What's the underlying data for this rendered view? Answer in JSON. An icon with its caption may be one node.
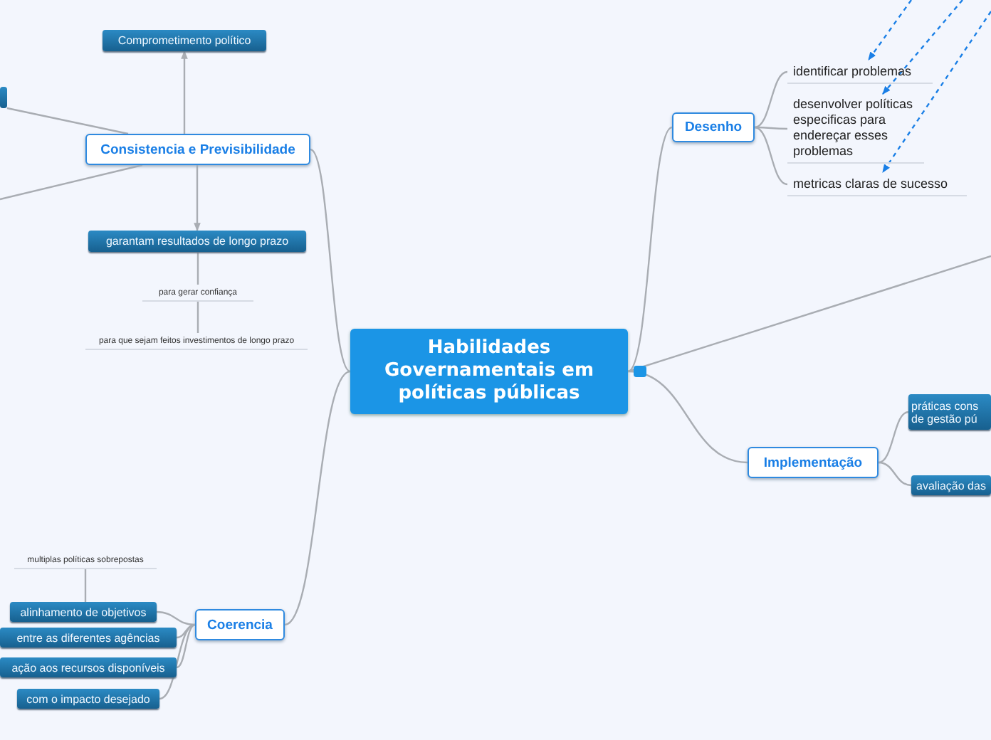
{
  "diagram": {
    "nodes": [
      {
        "text": [
          "Habilidades Governamentais em políticas públicas"
        ]
      },
      {
        "text": [
          "Consistencia e Previsibilidade"
        ]
      },
      {
        "text": [
          "Comprometimento político"
        ]
      },
      {
        "text": [],
        "shape": "box"
      },
      {
        "text": [
          "garantam resultados de longo prazo"
        ]
      },
      {
        "text": [
          "para gerar confiança"
        ]
      },
      {
        "text": [
          "para que sejam feitos investimentos de longo prazo"
        ]
      },
      {
        "text": [
          "Desenho"
        ]
      },
      {
        "text": [
          "identificar problemas"
        ]
      },
      {
        "text": [
          "desenvolver políticas especificas para endereçar esses problemas"
        ]
      },
      {
        "text": [
          "metricas claras de sucesso"
        ]
      },
      {
        "text": [
          "Implementação"
        ]
      },
      {
        "text": [
          "práticas cons de gestão pú"
        ]
      },
      {
        "text": [
          "avaliação das"
        ]
      },
      {
        "text": [
          "Coerencia"
        ]
      },
      {
        "text": [
          "multiplas políticas sobrepostas"
        ]
      },
      {
        "text": [
          "alinhamento de objetivos"
        ]
      },
      {
        "text": [
          "entre as diferentes agências"
        ]
      },
      {
        "text": [
          "ação aos recursos disponíveis"
        ]
      },
      {
        "text": [
          "com o impacto desejado"
        ]
      }
    ],
    "edges": [
      {
        "from": 0,
        "to": 1,
        "arrow": "none"
      },
      {
        "from": 0,
        "to": 7,
        "arrow": "none"
      },
      {
        "from": 0,
        "to": 11,
        "arrow": "none"
      },
      {
        "from": 0,
        "to": 14,
        "arrow": "none"
      },
      {
        "from": 0,
        "to": null,
        "arrow": "none"
      },
      {
        "from": 1,
        "to": 2,
        "arrow": "to"
      },
      {
        "from": 1,
        "to": 3,
        "arrow": "none"
      },
      {
        "from": 1,
        "to": null,
        "arrow": "none"
      },
      {
        "from": 1,
        "to": 4,
        "arrow": "to"
      },
      {
        "from": 4,
        "to": 5,
        "arrow": "none"
      },
      {
        "from": 5,
        "to": 6,
        "arrow": "none"
      },
      {
        "from": 7,
        "to": 8,
        "arrow": "none"
      },
      {
        "from": 7,
        "to": 9,
        "arrow": "none"
      },
      {
        "from": 7,
        "to": 10,
        "arrow": "none"
      },
      {
        "from": null,
        "to": 8,
        "arrow": "to",
        "style": "dashed",
        "color": "#1a7fe6"
      },
      {
        "from": null,
        "to": 9,
        "arrow": "to",
        "style": "dashed",
        "color": "#1a7fe6"
      },
      {
        "from": null,
        "to": 10,
        "arrow": "to",
        "style": "dashed",
        "color": "#1a7fe6"
      },
      {
        "from": 11,
        "to": 12,
        "arrow": "none"
      },
      {
        "from": 11,
        "to": 13,
        "arrow": "none"
      },
      {
        "from": 15,
        "to": 16,
        "arrow": "none"
      },
      {
        "from": 14,
        "to": 16,
        "arrow": "none"
      },
      {
        "from": 14,
        "to": 17,
        "arrow": "none"
      },
      {
        "from": 14,
        "to": 18,
        "arrow": "none"
      },
      {
        "from": 14,
        "to": 19,
        "arrow": "none"
      }
    ]
  }
}
